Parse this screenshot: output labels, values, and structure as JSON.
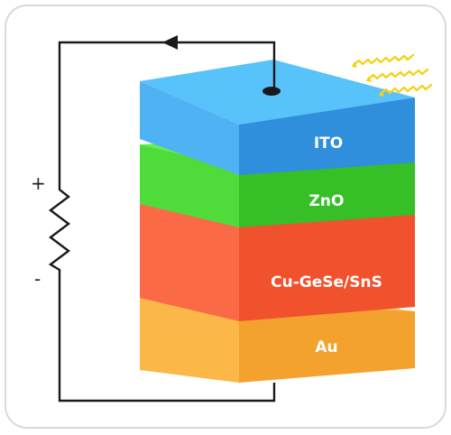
{
  "layers": [
    {
      "label": "ITO",
      "front": "#4fb2f2",
      "top": "#58c2fa",
      "side": "#2f8fdc"
    },
    {
      "label": "ZnO",
      "front": "#4fdc3a",
      "top": "#63ef4d",
      "side": "#37bf27"
    },
    {
      "label": "Cu-GeSe/SnS",
      "front": "#fb6a46",
      "top": "#ff7b5a",
      "side": "#f0522e"
    },
    {
      "label": "Au",
      "front": "#fbb848",
      "top": "#fdc863",
      "side": "#f3a22d"
    }
  ],
  "circuit": {
    "plus_sign": "+",
    "minus_sign": "-",
    "wire_color": "#1a1a1a"
  },
  "light": {
    "color": "#f4d21b",
    "icon": "light-rays-icon"
  },
  "frame": {
    "border_color": "#d9d9d9"
  }
}
